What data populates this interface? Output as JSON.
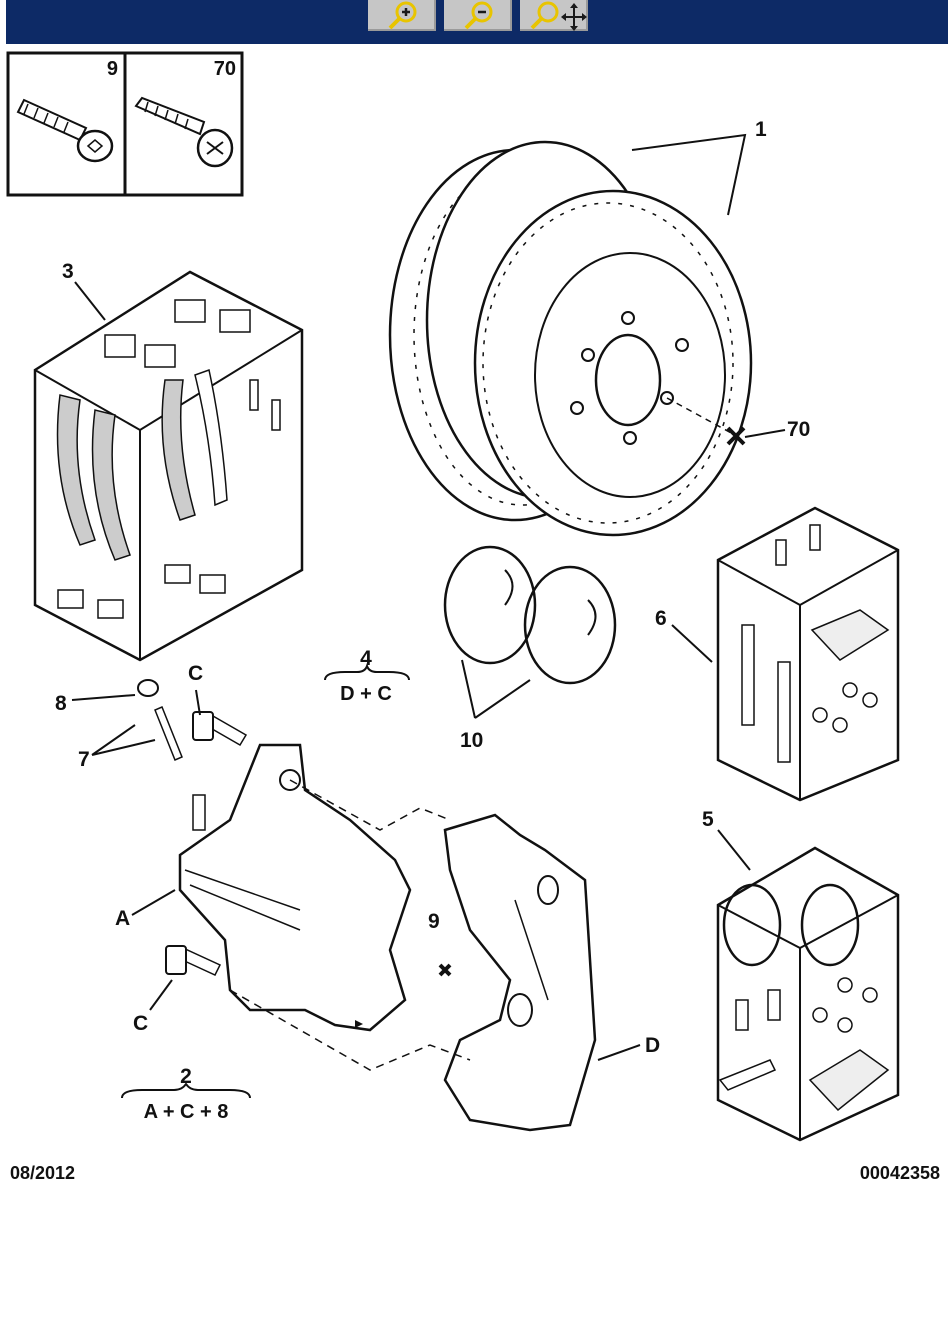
{
  "toolbar": {
    "buttons": [
      {
        "icon": "zoom-in-icon"
      },
      {
        "icon": "zoom-out-icon"
      },
      {
        "icon": "zoom-pan-icon"
      }
    ],
    "background": "#0d2a66",
    "icon_color": "#e8c400"
  },
  "inset": {
    "screw_left_label": "9",
    "screw_right_label": "70"
  },
  "callouts": {
    "disc": "1",
    "pad_kit": "3",
    "screw_70": "70",
    "kit_6": "6",
    "clips": "10",
    "kit_4_number": "4",
    "kit_4_formula": "D + C",
    "bleed_cap": "8",
    "bleed_screw": "7",
    "bolt_c_top": "C",
    "caliper_a": "A",
    "screw_9": "9",
    "kit_5": "5",
    "bracket_d": "D",
    "bolt_c_bottom": "C",
    "kit_2_number": "2",
    "kit_2_formula": "A + C + 8"
  },
  "footer": {
    "date": "08/2012",
    "reference": "00042358"
  }
}
